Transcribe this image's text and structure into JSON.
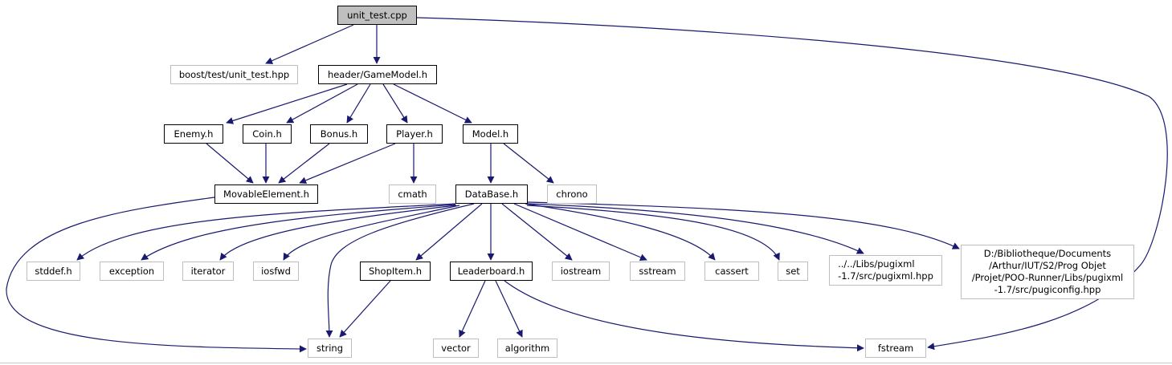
{
  "diagram": {
    "edge_color": "#191970",
    "nodes": {
      "unit_test_cpp": "unit_test.cpp",
      "boost_unit_test_hpp": "boost/test/unit_test.hpp",
      "gamemodel_h": "header/GameModel.h",
      "enemy_h": "Enemy.h",
      "coin_h": "Coin.h",
      "bonus_h": "Bonus.h",
      "player_h": "Player.h",
      "model_h": "Model.h",
      "movableelement_h": "MovableElement.h",
      "cmath": "cmath",
      "database_h": "DataBase.h",
      "chrono": "chrono",
      "stddef_h": "stddef.h",
      "exception": "exception",
      "iterator": "iterator",
      "iosfwd": "iosfwd",
      "shopitem_h": "ShopItem.h",
      "leaderboard_h": "Leaderboard.h",
      "iostream": "iostream",
      "sstream": "sstream",
      "cassert": "cassert",
      "set": "set",
      "pugixml_hpp": "../../Libs/pugixml\n-1.7/src/pugixml.hpp",
      "pugiconfig_hpp": "D:/Bibliotheque/Documents\n/Arthur/IUT/S2/Prog Objet\n/Projet/POO-Runner/Libs/pugixml\n-1.7/src/pugiconfig.hpp",
      "string": "string",
      "vector": "vector",
      "algorithm": "algorithm",
      "fstream": "fstream"
    }
  }
}
